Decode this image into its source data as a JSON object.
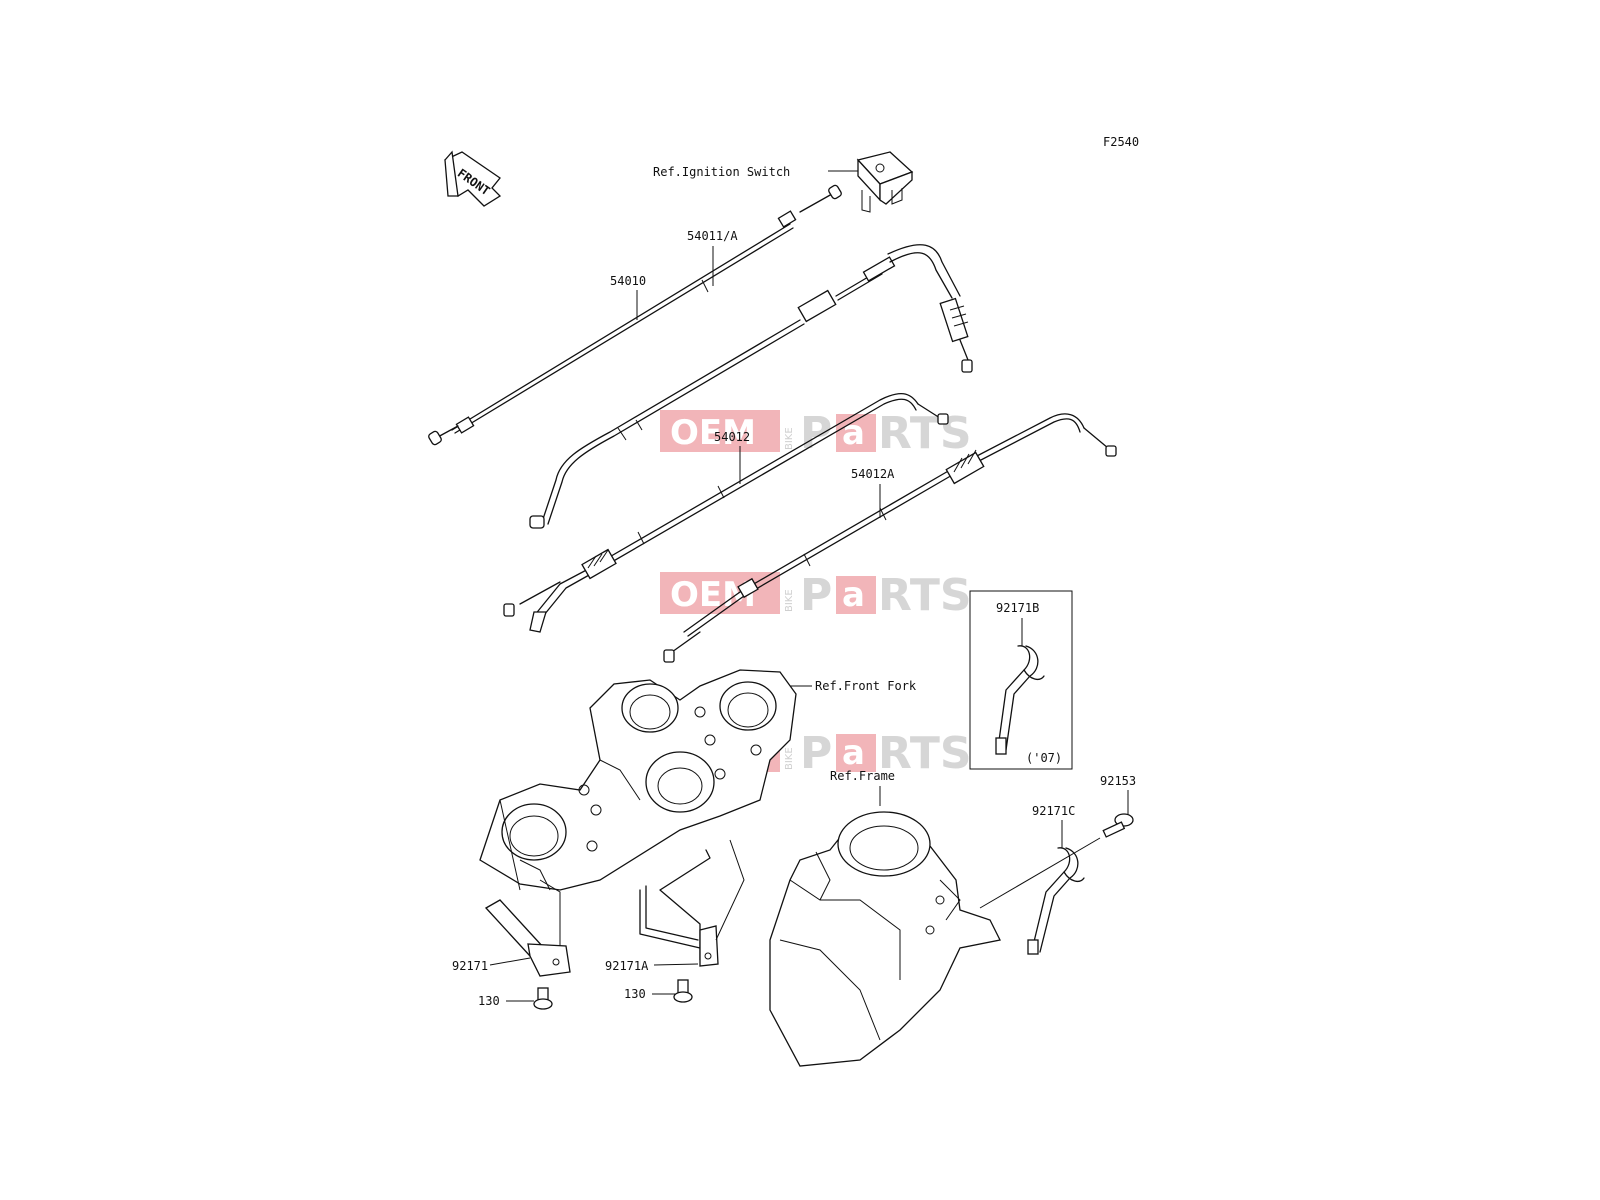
{
  "diagram_code": "F2540",
  "front_arrow_text": "FRONT",
  "watermark": {
    "oem": "OEM",
    "bike": "BIKE",
    "p": "P",
    "a": "a",
    "rts": "RTS"
  },
  "labels": {
    "ignition_switch": "Ref.Ignition Switch",
    "front_fork": "Ref.Front Fork",
    "frame": "Ref.Frame",
    "p54010": "54010",
    "p54011a": "54011/A",
    "p54012": "54012",
    "p54012a": "54012A",
    "p92171b": "92171B",
    "p92171b_note": "('07)",
    "p92153": "92153",
    "p92171c": "92171C",
    "p92171": "92171",
    "p92171a": "92171A",
    "p130_left": "130",
    "p130_right": "130"
  },
  "colors": {
    "line": "#111111",
    "watermark_red": "#e8474f",
    "watermark_grey": "#d6d6d6"
  }
}
